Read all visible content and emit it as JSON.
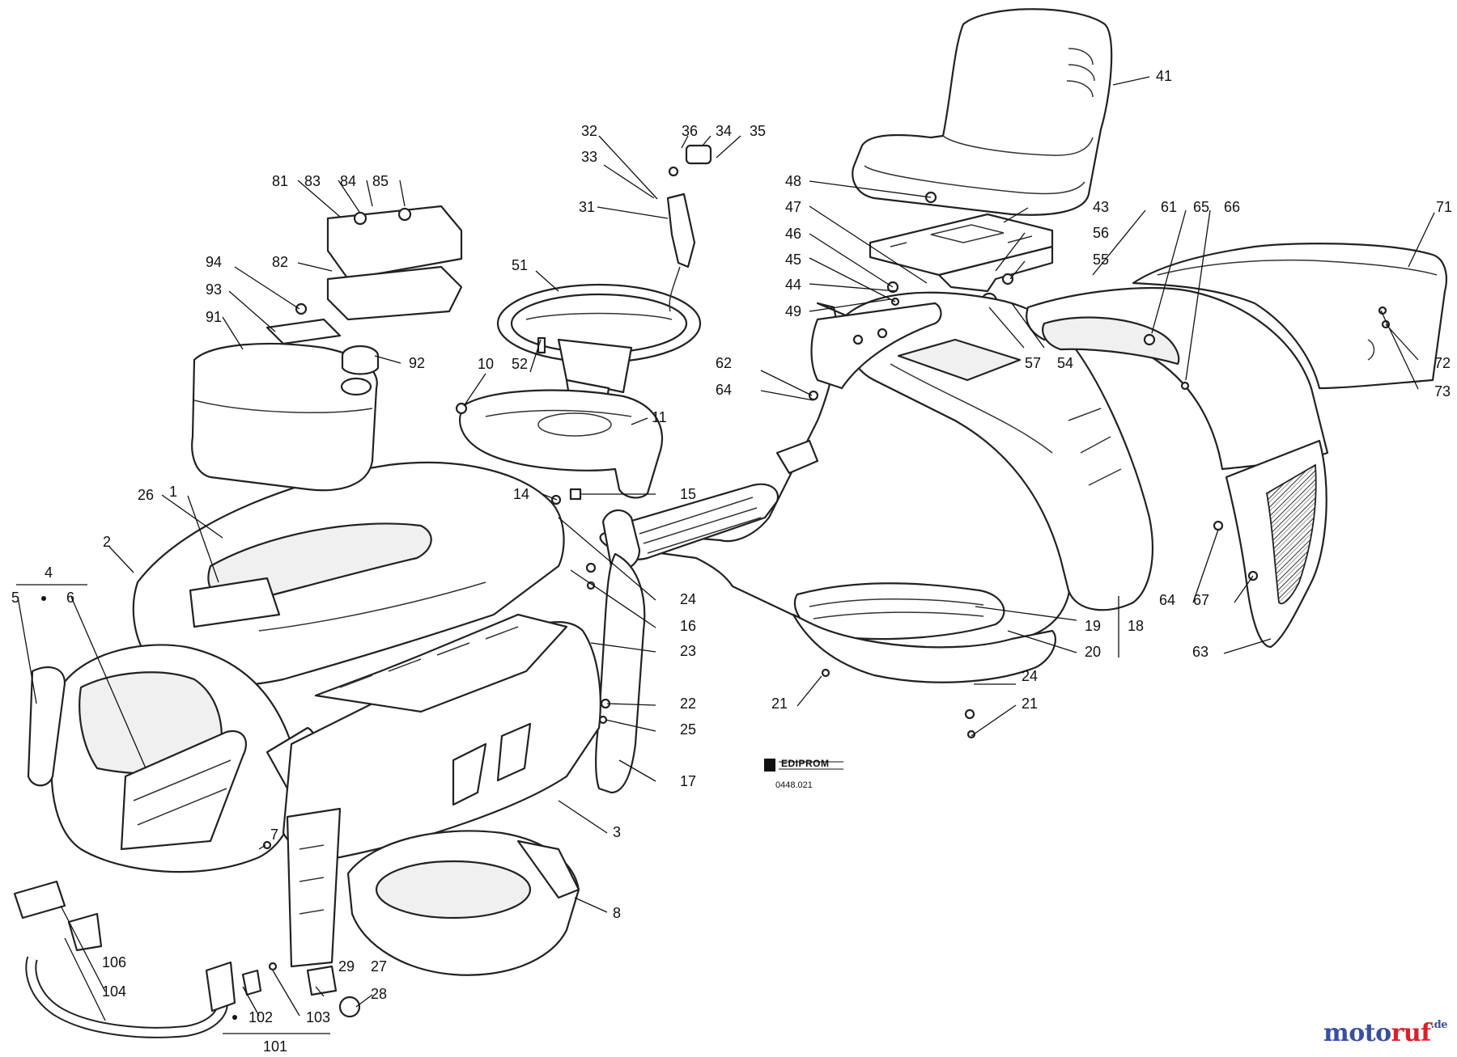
{
  "callouts": [
    "1",
    "2",
    "3",
    "4",
    "5",
    "6",
    "7",
    "8",
    "10",
    "11",
    "14",
    "15",
    "16",
    "17",
    "18",
    "19",
    "20",
    "21",
    "21",
    "22",
    "23",
    "24",
    "24",
    "25",
    "26",
    "27",
    "28",
    "29",
    "31",
    "32",
    "33",
    "34",
    "35",
    "36",
    "41",
    "43",
    "44",
    "45",
    "46",
    "47",
    "48",
    "49",
    "51",
    "52",
    "54",
    "55",
    "56",
    "57",
    "61",
    "62",
    "63",
    "64",
    "64",
    "65",
    "66",
    "67",
    "71",
    "72",
    "73",
    "81",
    "82",
    "83",
    "84",
    "85",
    "91",
    "92",
    "93",
    "94",
    "101",
    "102",
    "103",
    "104",
    "106"
  ],
  "logo": {
    "brand": "EDIPROM",
    "code": "0448.021"
  },
  "watermark": {
    "part1": "moto",
    "part2": "ruf",
    "suffix": ".de"
  }
}
